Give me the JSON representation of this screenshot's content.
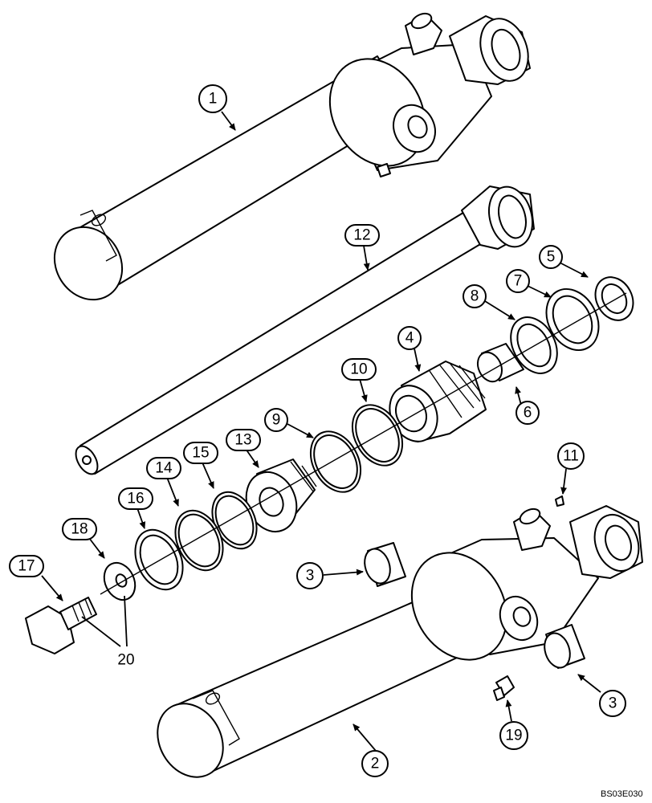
{
  "diagram": {
    "type": "exploded-parts-view",
    "ref_code": "BS03E030",
    "callouts": {
      "c1": "1",
      "c2": "2",
      "c3a": "3",
      "c3b": "3",
      "c4": "4",
      "c5": "5",
      "c6": "6",
      "c7": "7",
      "c8": "8",
      "c9": "9",
      "c10": "10",
      "c11": "11",
      "c12": "12",
      "c13": "13",
      "c14": "14",
      "c15": "15",
      "c16": "16",
      "c17": "17",
      "c18": "18",
      "c19": "19",
      "c20": "20"
    }
  }
}
